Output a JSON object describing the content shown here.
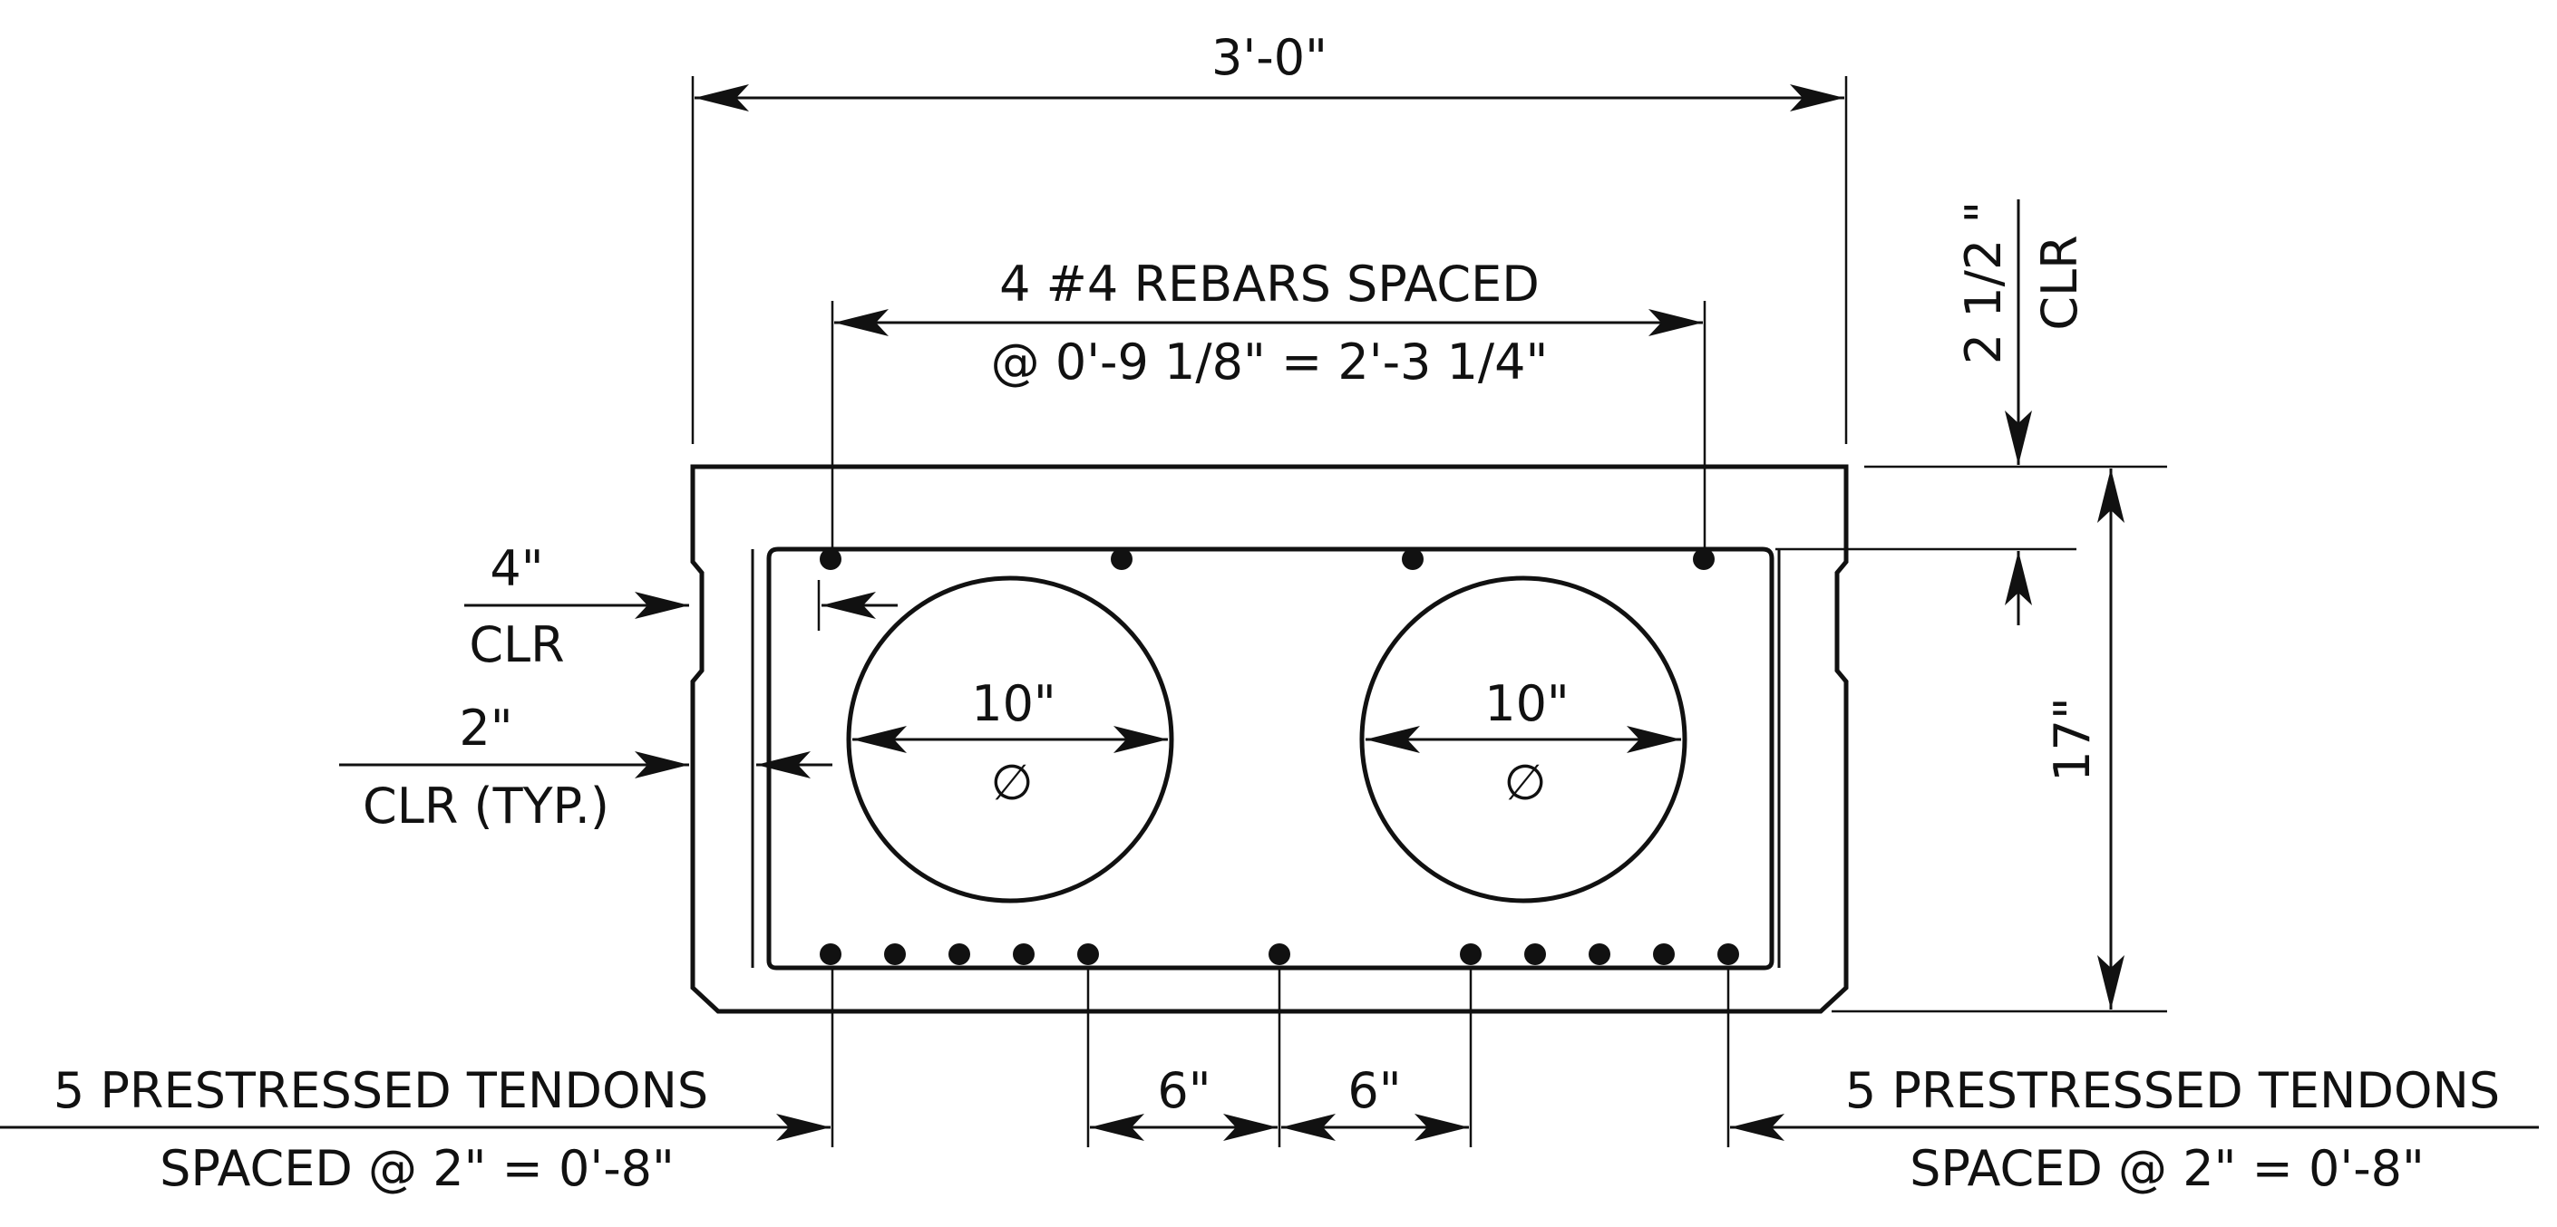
{
  "dimensions": {
    "overall_width": "3'-0\"",
    "rebar_line1": "4 #4 REBARS SPACED",
    "rebar_line2": "@ 0'-9 1/8\" = 2'-3 1/4\"",
    "top_clear_value": "2 1/2 \"",
    "top_clear_label": "CLR",
    "height": "17\"",
    "side_clear_value": "4\"",
    "side_clear_label": "CLR",
    "typ_clear_value": "2\"",
    "typ_clear_label": "CLR (TYP.)",
    "void_left_dia": "10\"",
    "void_right_dia": "10\"",
    "diameter_symbol": "∅",
    "tendon_spacing_left": "6\"",
    "tendon_spacing_right": "6\""
  },
  "tendons_left": {
    "line1": "5 PRESTRESSED TENDONS",
    "line2": "SPACED @ 2\" = 0'-8\""
  },
  "tendons_right": {
    "line1": "5 PRESTRESSED TENDONS",
    "line2": "SPACED @ 2\" = 0'-8\""
  }
}
